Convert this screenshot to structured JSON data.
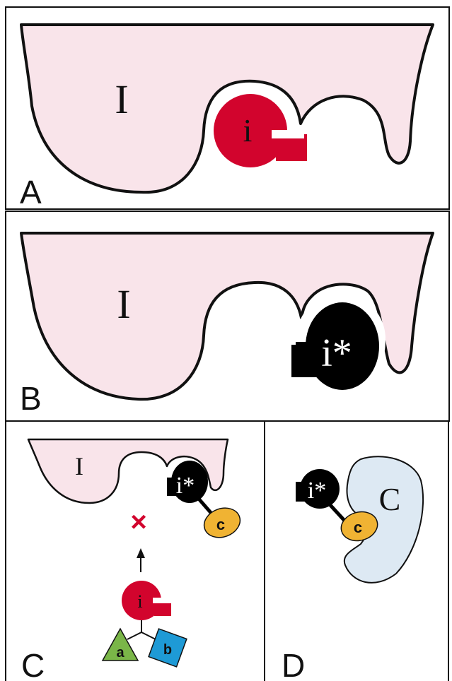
{
  "panels": {
    "A": {
      "label": "A",
      "receptor_label": "I",
      "ligand_label": "i"
    },
    "B": {
      "label": "B",
      "receptor_label": "I",
      "ligand_label": "i*"
    },
    "C": {
      "label": "C",
      "receptor_label": "I",
      "ligand_star_label": "i*",
      "partner_c_label": "c",
      "blocked_mark": "×",
      "ligand_label": "i",
      "triangle_label": "a",
      "square_label": "b"
    },
    "D": {
      "label": "D",
      "ligand_star_label": "i*",
      "partner_c_label": "c",
      "receptor_label": "C"
    }
  },
  "colors": {
    "receptor_pink": "#f9e4ea",
    "receptor_blue": "#dde9f3",
    "ligand_red": "#d2042d",
    "ligand_black": "#000000",
    "partner_orange": "#f0b333",
    "triangle_green": "#7ab648",
    "square_blue": "#1e9ad6",
    "blocked_mark_red": "#d2042d",
    "outline": "#111111"
  }
}
